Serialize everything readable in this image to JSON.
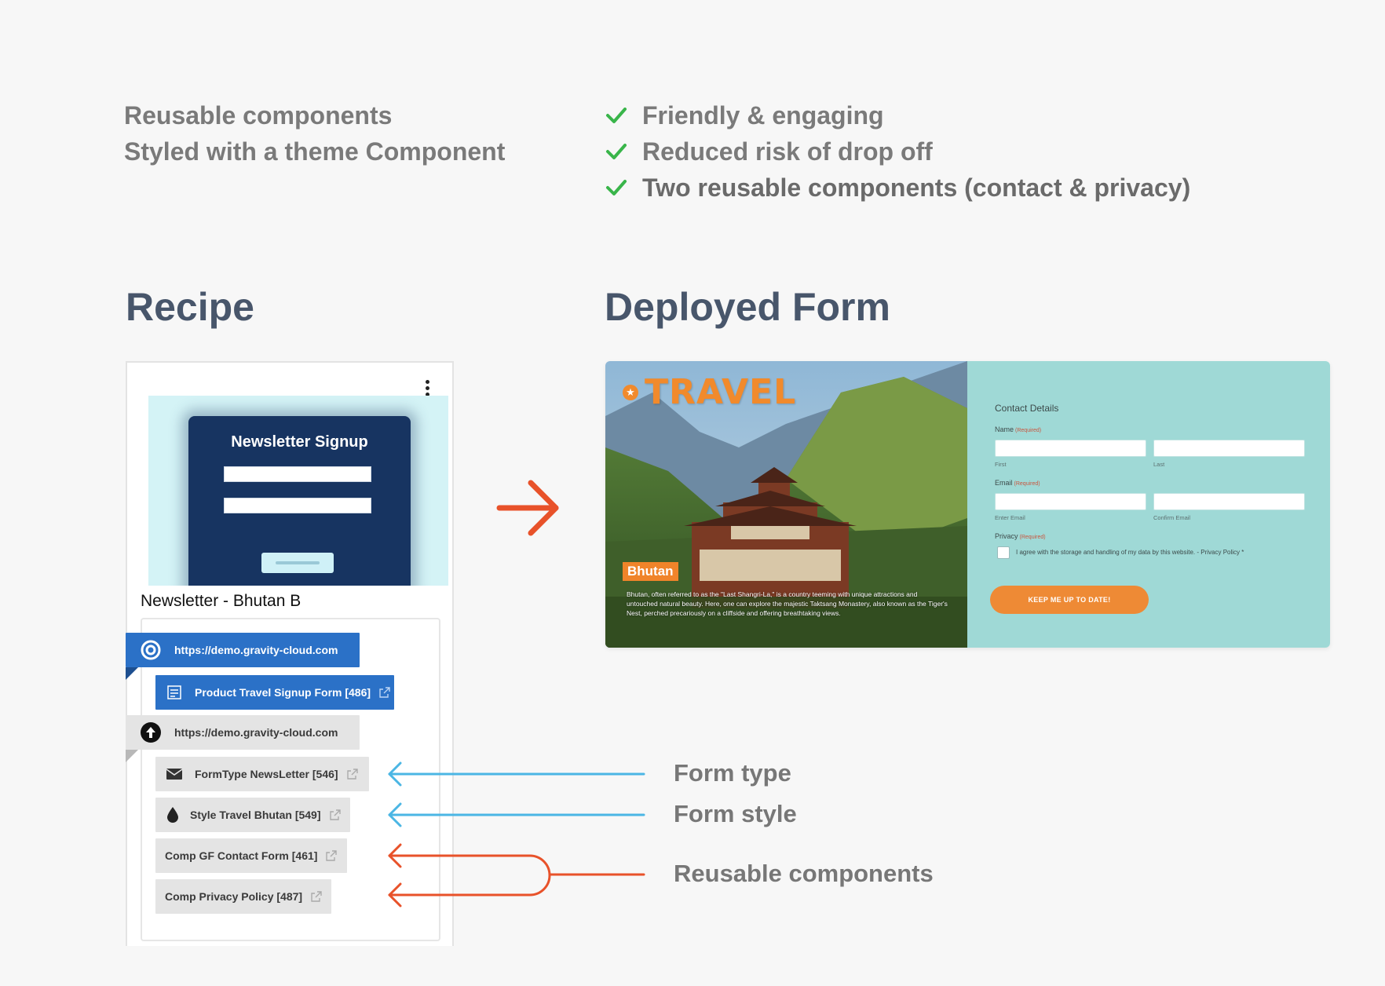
{
  "intro": {
    "lines": [
      "Reusable components",
      "Styled with a theme Component"
    ]
  },
  "benefits": [
    {
      "text": "Friendly & engaging",
      "icon": "check-icon"
    },
    {
      "text": "Reduced risk of drop off",
      "icon": "check-icon"
    },
    {
      "text": "Two reusable components (contact & privacy)",
      "icon": "check-icon"
    }
  ],
  "headings": {
    "recipe": "Recipe",
    "deployed": "Deployed Form"
  },
  "recipe_card": {
    "thumbnail_title": "Newsletter Signup",
    "title": "Newsletter - Bhutan B",
    "items": [
      {
        "label": "https://demo.gravity-cloud.com",
        "icon": "target-icon",
        "style": "blue"
      },
      {
        "label": "Product Travel Signup Form [486]",
        "icon": "form-icon",
        "style": "blue"
      },
      {
        "label": "https://demo.gravity-cloud.com",
        "icon": "upload-icon",
        "style": "grey"
      },
      {
        "label": "FormType NewsLetter [546]",
        "icon": "envelope-icon",
        "style": "grey"
      },
      {
        "label": "Style Travel Bhutan [549]",
        "icon": "droplet-icon",
        "style": "grey"
      },
      {
        "label": "Comp GF Contact Form [461]",
        "icon": "",
        "style": "grey"
      },
      {
        "label": "Comp Privacy Policy [487]",
        "icon": "",
        "style": "grey"
      }
    ]
  },
  "annotations": {
    "form_type": "Form type",
    "form_style": "Form style",
    "reusable": "Reusable components"
  },
  "deployed_form": {
    "brand": "TRAVEL",
    "place": "Bhutan",
    "blurb": "Bhutan, often referred to as the \"Last Shangri-La,\" is a country teeming with unique attractions and untouched natural beauty. Here, one can explore the majestic Taktsang Monastery, also known as the Tiger's Nest, perched precariously on a cliffside and offering breathtaking views.",
    "section": "Contact Details",
    "name_label": "Name",
    "email_label": "Email",
    "privacy_label": "Privacy",
    "required": "(Required)",
    "first": "First",
    "last": "Last",
    "enter_email": "Enter Email",
    "confirm_email": "Confirm Email",
    "consent": "I agree with the storage and handling of my data by this website. - Privacy Policy",
    "consent_mark": "*",
    "submit": "KEEP ME UP TO DATE!"
  },
  "colors": {
    "check": "#39b54a",
    "heading": "#48566b",
    "blue_pill": "#2b71c7",
    "grey_pill": "#e4e4e4",
    "arrow_blue": "#4bb6e4",
    "arrow_orange": "#e8522a",
    "form_bg": "#9fd9d6",
    "button": "#ee8a35"
  }
}
